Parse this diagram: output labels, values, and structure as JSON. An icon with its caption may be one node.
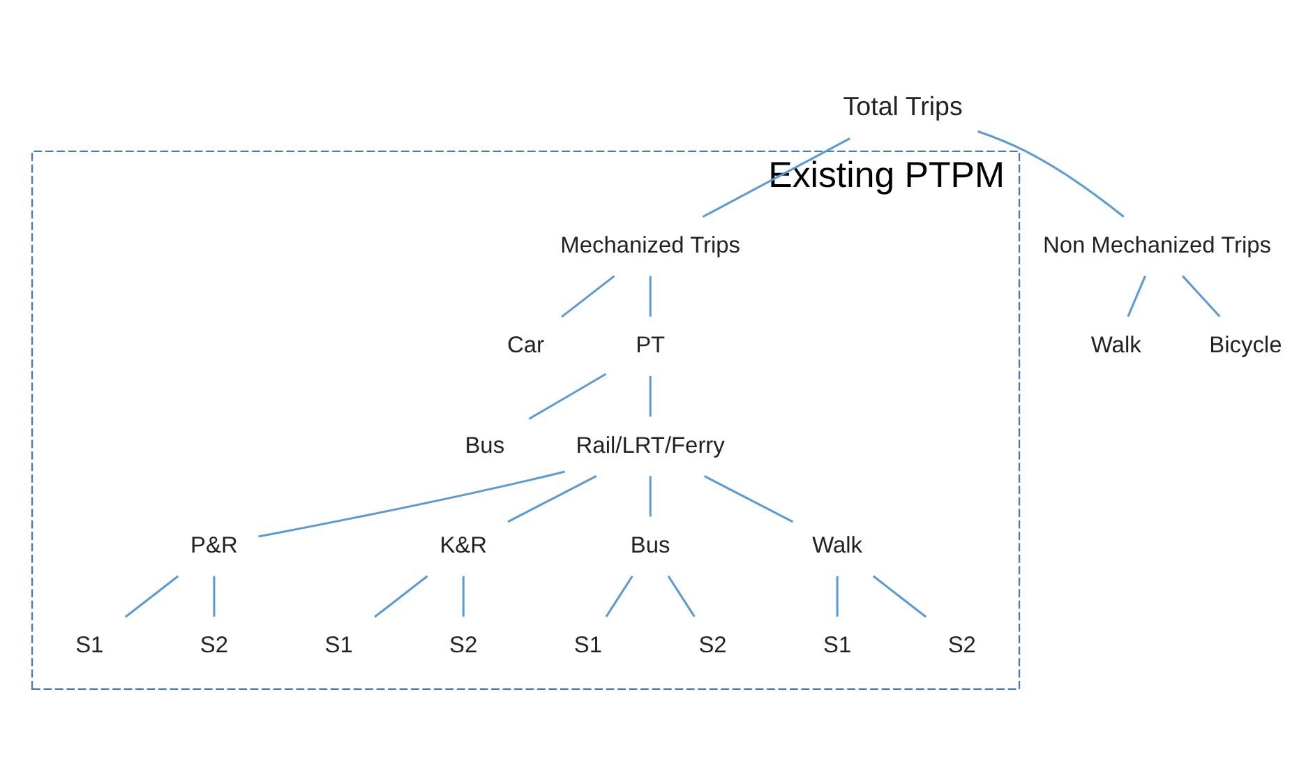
{
  "diagram": {
    "nodes": [
      {
        "text": [
          "Total Trips"
        ]
      },
      {
        "text": [
          "Non Mechanized Trips"
        ]
      },
      {
        "text": [
          "Walk"
        ]
      },
      {
        "text": [
          "Bicycle"
        ]
      },
      {
        "text": [
          "Existing PTPM"
        ]
      },
      {
        "text": [
          "Mechanized Trips"
        ],
        "in": 4
      },
      {
        "text": [
          "Car"
        ],
        "in": 4
      },
      {
        "text": [
          "PT"
        ],
        "in": 4
      },
      {
        "text": [
          "Bus"
        ],
        "in": 4
      },
      {
        "text": [
          "Rail/LRT/Ferry"
        ],
        "in": 4
      },
      {
        "text": [
          "P&R"
        ],
        "in": 4
      },
      {
        "text": [
          "K&R"
        ],
        "in": 4
      },
      {
        "text": [
          "Bus"
        ],
        "in": 4
      },
      {
        "text": [
          "Walk"
        ],
        "in": 4
      },
      {
        "text": [
          "S1"
        ],
        "in": 4
      },
      {
        "text": [
          "S2"
        ],
        "in": 4
      },
      {
        "text": [
          "S1"
        ],
        "in": 4
      },
      {
        "text": [
          "S2"
        ],
        "in": 4
      },
      {
        "text": [
          "S1"
        ],
        "in": 4
      },
      {
        "text": [
          "S2"
        ],
        "in": 4
      },
      {
        "text": [
          "S1"
        ],
        "in": 4
      },
      {
        "text": [
          "S2"
        ],
        "in": 4
      }
    ],
    "edges": [
      {
        "from": 0,
        "to": 1,
        "arrow": "none"
      },
      {
        "from": 0,
        "to": 5,
        "arrow": "none"
      },
      {
        "from": 1,
        "to": 2,
        "arrow": "none"
      },
      {
        "from": 1,
        "to": 3,
        "arrow": "none"
      },
      {
        "from": 5,
        "to": 6,
        "arrow": "none"
      },
      {
        "from": 5,
        "to": 7,
        "arrow": "none"
      },
      {
        "from": 7,
        "to": 8,
        "arrow": "none"
      },
      {
        "from": 7,
        "to": 9,
        "arrow": "none"
      },
      {
        "from": 9,
        "to": 10,
        "arrow": "none"
      },
      {
        "from": 9,
        "to": 11,
        "arrow": "none"
      },
      {
        "from": 9,
        "to": 12,
        "arrow": "none"
      },
      {
        "from": 9,
        "to": 13,
        "arrow": "none"
      },
      {
        "from": 10,
        "to": 14,
        "arrow": "none"
      },
      {
        "from": 10,
        "to": 15,
        "arrow": "none"
      },
      {
        "from": 11,
        "to": 16,
        "arrow": "none"
      },
      {
        "from": 11,
        "to": 17,
        "arrow": "none"
      },
      {
        "from": 12,
        "to": 18,
        "arrow": "none"
      },
      {
        "from": 12,
        "to": 19,
        "arrow": "none"
      },
      {
        "from": 13,
        "to": 20,
        "arrow": "none"
      },
      {
        "from": 13,
        "to": 21,
        "arrow": "none"
      }
    ]
  }
}
